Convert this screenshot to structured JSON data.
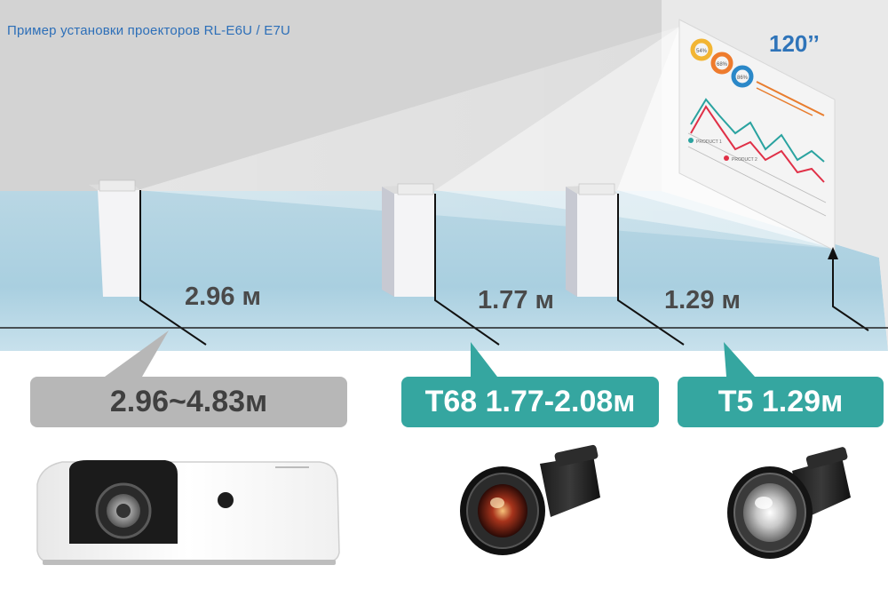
{
  "title": "Пример установки проекторов RL-E6U / E7U",
  "screen": {
    "size_label": "120’’",
    "chart": {
      "donuts": [
        "54%",
        "68%",
        "86%"
      ],
      "legend": [
        "PRODUCT 1",
        "PRODUCT 2"
      ]
    }
  },
  "distances": [
    "2.96 м",
    "1.77 м",
    "1.29 м"
  ],
  "callouts": [
    {
      "text": "2.96~4.83м",
      "color": "#b7b7b7"
    },
    {
      "text": "T68 1.77-2.08м",
      "color": "#35a6a0"
    },
    {
      "text": "T5 1.29м",
      "color": "#35a6a0"
    }
  ],
  "colors": {
    "accent_blue": "#2f74b9",
    "teal": "#35a6a0",
    "gray_callout": "#b7b7b7"
  }
}
